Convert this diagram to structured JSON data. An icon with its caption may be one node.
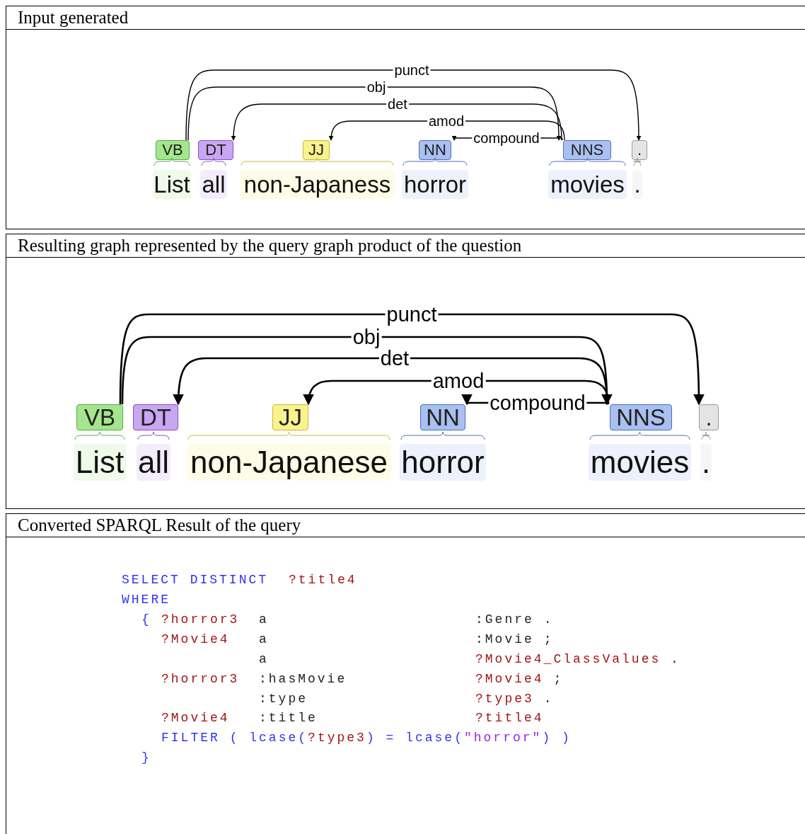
{
  "diagram": {
    "nodes": [
      {
        "text": [
          "Input generated"
        ]
      },
      {
        "text": [
          "VB"
        ],
        "in": 0
      },
      {
        "text": [
          "DT"
        ],
        "in": 0
      },
      {
        "text": [
          "JJ"
        ],
        "in": 0
      },
      {
        "text": [
          "NN"
        ],
        "in": 0
      },
      {
        "text": [
          "NNS"
        ],
        "in": 0
      },
      {
        "text": [
          "."
        ],
        "in": 0
      },
      {
        "text": [
          "List"
        ],
        "in": 0
      },
      {
        "text": [
          "all"
        ],
        "in": 0
      },
      {
        "text": [
          "non-Japaness"
        ],
        "in": 0
      },
      {
        "text": [
          "horror"
        ],
        "in": 0
      },
      {
        "text": [
          "movies"
        ],
        "in": 0
      },
      {
        "text": [
          "."
        ],
        "in": 0
      },
      {
        "text": [
          "Resulting graph represented by the query graph product of the question"
        ]
      },
      {
        "text": [
          "VB"
        ],
        "in": 13
      },
      {
        "text": [
          "DT"
        ],
        "in": 13
      },
      {
        "text": [
          "JJ"
        ],
        "in": 13
      },
      {
        "text": [
          "NN"
        ],
        "in": 13
      },
      {
        "text": [
          "NNS"
        ],
        "in": 13
      },
      {
        "text": [
          "."
        ],
        "in": 13
      },
      {
        "text": [
          "List"
        ],
        "in": 13
      },
      {
        "text": [
          "all"
        ],
        "in": 13
      },
      {
        "text": [
          "non-Japanese"
        ],
        "in": 13
      },
      {
        "text": [
          "horror"
        ],
        "in": 13
      },
      {
        "text": [
          "movies"
        ],
        "in": 13
      },
      {
        "text": [
          "."
        ],
        "in": 13
      },
      {
        "text": [
          "Converted SPARQL Result of the query"
        ]
      }
    ],
    "edges": [
      {
        "from": 1,
        "to": 6,
        "arrow": "to",
        "label": "punct"
      },
      {
        "from": 1,
        "to": 5,
        "arrow": "to",
        "label": "obj"
      },
      {
        "from": 5,
        "to": 2,
        "arrow": "to",
        "label": "det"
      },
      {
        "from": 5,
        "to": 3,
        "arrow": "to",
        "label": "amod"
      },
      {
        "from": 5,
        "to": 4,
        "arrow": "to",
        "label": "compound"
      },
      {
        "from": 14,
        "to": 19,
        "arrow": "to",
        "label": "punct"
      },
      {
        "from": 14,
        "to": 18,
        "arrow": "to",
        "label": "obj"
      },
      {
        "from": 18,
        "to": 15,
        "arrow": "to",
        "label": "det"
      },
      {
        "from": 18,
        "to": 16,
        "arrow": "to",
        "label": "amod"
      },
      {
        "from": 18,
        "to": 17,
        "arrow": "to",
        "label": "compound"
      }
    ],
    "labels": [
      "SELECT DISTINCT",
      "?title4",
      "WHERE",
      "{",
      "?horror3",
      "a",
      ":Genre .",
      "?Movie4",
      "a",
      ":Movie ;",
      "a",
      "?Movie4_ClassValues .",
      "?horror3",
      ":hasMovie",
      "?Movie4 ;",
      ":type",
      "?type3 .",
      "?Movie4",
      ":title",
      "?title4",
      "FILTER ( lcase(?type3) = lcase(\"horror\") )",
      "}"
    ]
  }
}
